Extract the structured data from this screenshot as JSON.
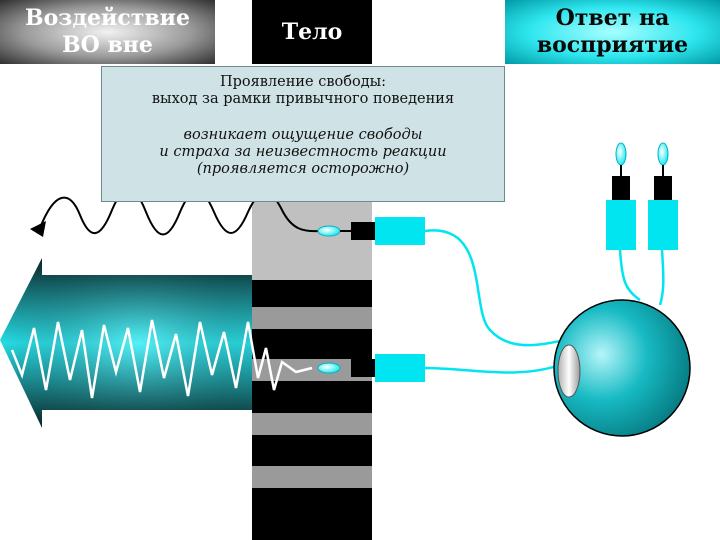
{
  "headers": {
    "left": [
      "Воздействие",
      "ВО вне"
    ],
    "center": "Тело",
    "right": [
      "Ответ на",
      "восприятие"
    ]
  },
  "note": {
    "title_lines": [
      "Проявление свободы:",
      "выход за рамки привычного поведения"
    ],
    "italic_lines": [
      "возникает ощущение свободы",
      "и страха за неизвестность реакции",
      "(проявляется осторожно)"
    ]
  },
  "colors": {
    "cyan": "#00e5ef",
    "black": "#000000",
    "body_gray": "#c0c0c0",
    "stripe_gray": "#9a9a9a",
    "arrow_dark": "#0b3a3d",
    "sphere": "#0fb7c0"
  }
}
